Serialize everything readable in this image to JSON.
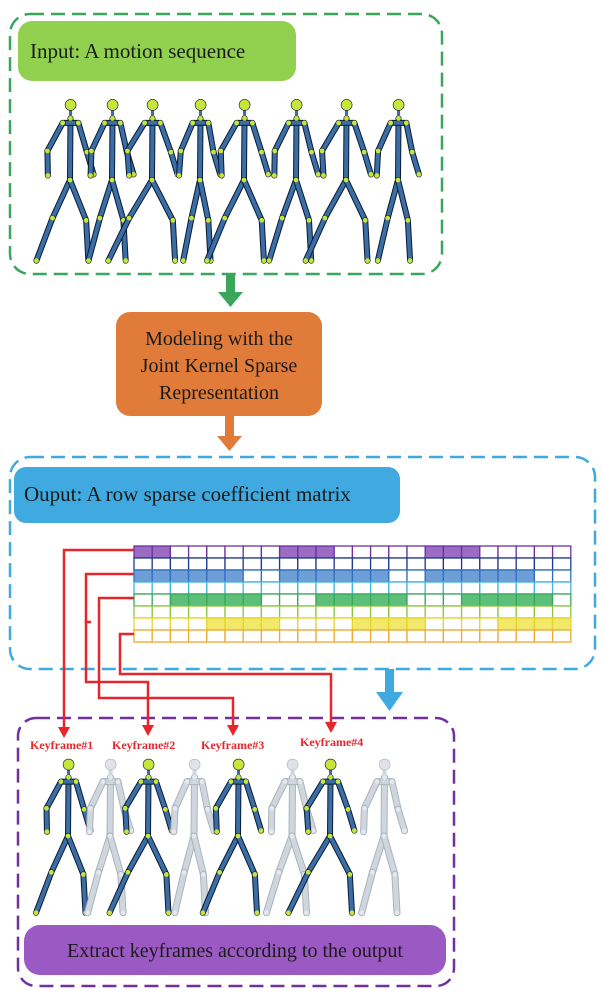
{
  "input_section": {
    "label": "Input: A motion sequence",
    "label_bg": "#92d050",
    "border_color": "#3aa65c"
  },
  "model_box": {
    "line1": "Modeling with the",
    "line2": "Joint Kernel Sparse",
    "line3": "Representation",
    "bg": "#e07b39"
  },
  "output_section": {
    "label": "Ouput: A row sparse coefficient matrix",
    "label_bg": "#3fa9e0",
    "border_color": "#3fa9e0"
  },
  "matrix": {
    "columns": 24,
    "rows": [
      {
        "color": "#7030a0",
        "fill": "#9b6cc3",
        "filled_cols": [
          0,
          1,
          8,
          9,
          10,
          16,
          17,
          18
        ]
      },
      {
        "color": "#1f3a93",
        "fill": "#1f3a93",
        "filled_cols": []
      },
      {
        "color": "#2f6fc0",
        "fill": "#6d9ed6",
        "filled_cols": [
          0,
          1,
          2,
          3,
          4,
          5,
          8,
          9,
          10,
          11,
          12,
          13,
          16,
          17,
          18,
          19,
          20,
          21
        ]
      },
      {
        "color": "#3fb5e3",
        "fill": "#3fb5e3",
        "filled_cols": []
      },
      {
        "color": "#3aa65c",
        "fill": "#5cbf7a",
        "filled_cols": [
          2,
          3,
          4,
          5,
          6,
          10,
          11,
          12,
          13,
          14,
          18,
          19,
          20,
          21,
          22
        ]
      },
      {
        "color": "#8dc63f",
        "fill": "#8dc63f",
        "filled_cols": []
      },
      {
        "color": "#e6d52a",
        "fill": "#f2e869",
        "filled_cols": [
          4,
          5,
          6,
          7,
          12,
          13,
          14,
          15,
          20,
          21,
          22,
          23
        ]
      },
      {
        "color": "#f0a830",
        "fill": "#f0a830",
        "filled_cols": []
      }
    ]
  },
  "keyframes": {
    "labels": [
      "Keyframe#1",
      "Keyframe#2",
      "Keyframe#3",
      "Keyframe#4"
    ],
    "color": "#e5262c"
  },
  "result_section": {
    "label": "Extract keyframes according to the output",
    "label_bg": "#9b59c4",
    "border_color": "#7030a0"
  },
  "arrows": {
    "green": "#3aa65c",
    "orange": "#e07b39",
    "blue": "#3fa9e0"
  },
  "figures": {
    "active_color": "#3a6ea5",
    "active_edge": "#0a1a33",
    "ghost_color": "#cfd6de",
    "joint_color": "#c8e63a"
  }
}
